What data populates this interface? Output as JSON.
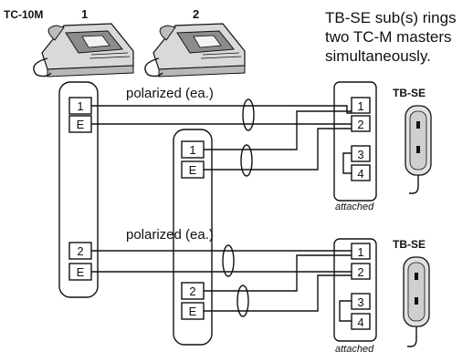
{
  "masters": {
    "model": "TC-10M",
    "num1": "1",
    "num2": "2"
  },
  "note": {
    "line1": "TB-SE sub(s) rings",
    "line2": "two TC-M masters",
    "line3": "simultaneously."
  },
  "wiring": {
    "polarized_top": "polarized (ea.)",
    "polarized_bottom": "polarized (ea.)"
  },
  "master1_terminals": {
    "a": "1",
    "b": "E",
    "c": "2",
    "d": "E"
  },
  "master2_terminals": {
    "a": "1",
    "b": "E",
    "c": "2",
    "d": "E"
  },
  "sub_top": {
    "model": "TB-SE",
    "t1": "1",
    "t2": "2",
    "t3": "3",
    "t4": "4",
    "attached": "attached"
  },
  "sub_bottom": {
    "model": "TB-SE",
    "t1": "1",
    "t2": "2",
    "t3": "3",
    "t4": "4",
    "attached": "attached"
  },
  "colors": {
    "ink": "#111111",
    "paper": "#ffffff"
  }
}
